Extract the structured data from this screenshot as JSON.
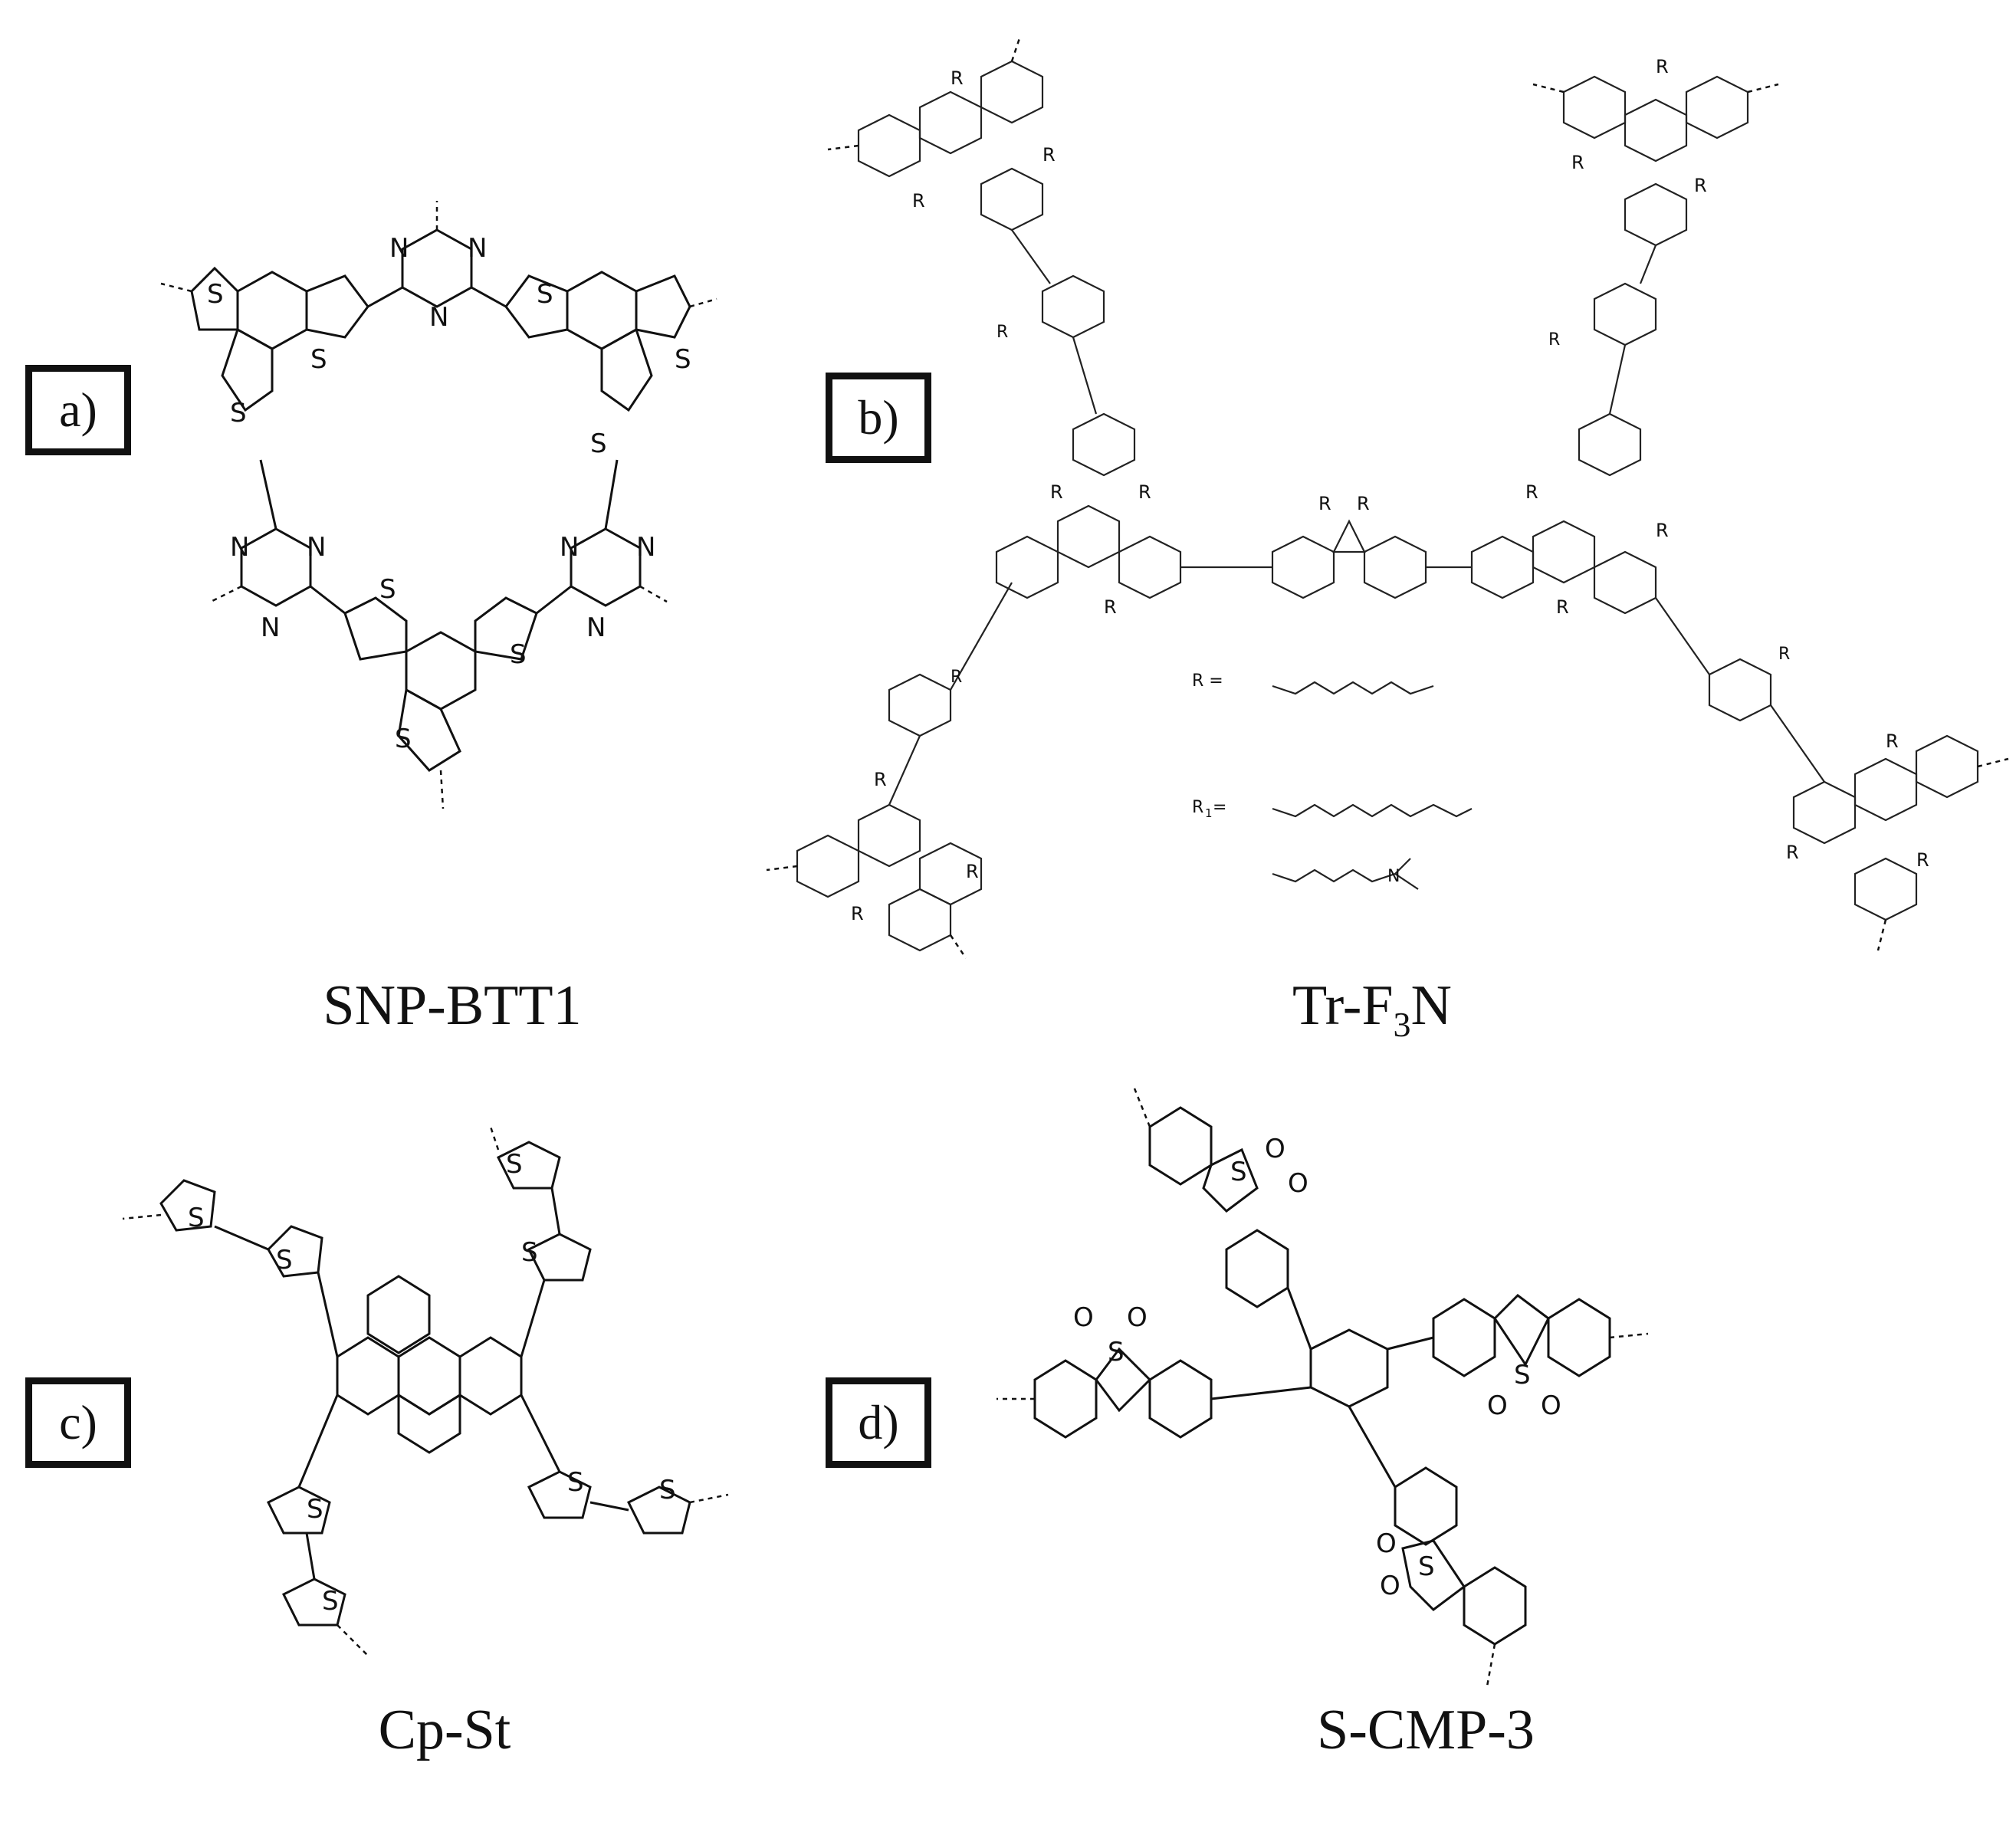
{
  "panels": [
    {
      "id": "a",
      "label": "a)",
      "caption": "SNP-BTT1"
    },
    {
      "id": "b",
      "label": "b)",
      "caption_main": "Tr-F",
      "caption_sub": "3",
      "caption_tail": "N"
    },
    {
      "id": "c",
      "label": "c)",
      "caption": "Cp-St"
    },
    {
      "id": "d",
      "label": "d)",
      "caption": "S-CMP-3"
    }
  ],
  "atoms": {
    "sulfur": "S",
    "nitrogen": "N",
    "oxygen": "O",
    "r_group": "R",
    "r1_group": "R",
    "r1_sub": "1"
  },
  "legend_b": {
    "r_label": "R =",
    "r1_label_main": "R",
    "r1_label_sub": "1",
    "r1_label_eq": " ="
  }
}
